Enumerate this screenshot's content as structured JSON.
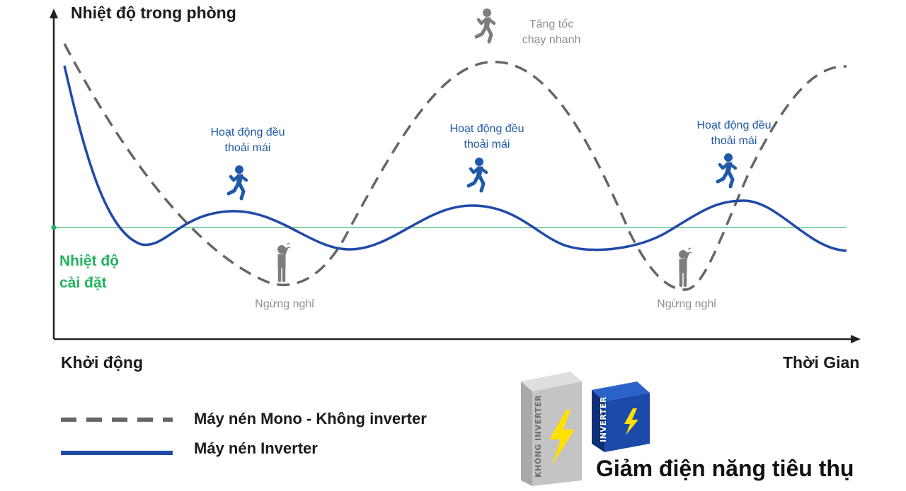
{
  "diagram": {
    "y_axis_title": "Nhiệt độ trong phòng",
    "x_axis_start": "Khởi động",
    "x_axis_end": "Thời Gian",
    "set_temperature": [
      "Nhiệt độ",
      "cài đặt"
    ],
    "annotations": {
      "inverter_steady": [
        "Hoạt động đều",
        "thoải mái"
      ],
      "mono_boost": [
        "Tăng tốc",
        "chạy nhanh"
      ],
      "mono_stop": "Ngừng nghỉ"
    },
    "legend": {
      "mono": "Máy nén Mono - Không inverter",
      "inverter": "Máy nén Inverter"
    },
    "boxes": {
      "grey": "KHÔNG INVERTER",
      "blue": "INVERTER"
    },
    "bottom_title": "Giảm điện năng tiêu thụ",
    "colors": {
      "inverter_line": "#1f4aa8",
      "mono_line": "#666666",
      "set_line": "#3db870",
      "blue_text": "#1f5aa8",
      "grey_text": "#8f8f8f",
      "green_text": "#22b35e",
      "bolt": "#ffe000"
    },
    "icons": [
      "running-person-icon",
      "resting-person-icon",
      "lightning-bolt-icon"
    ]
  }
}
